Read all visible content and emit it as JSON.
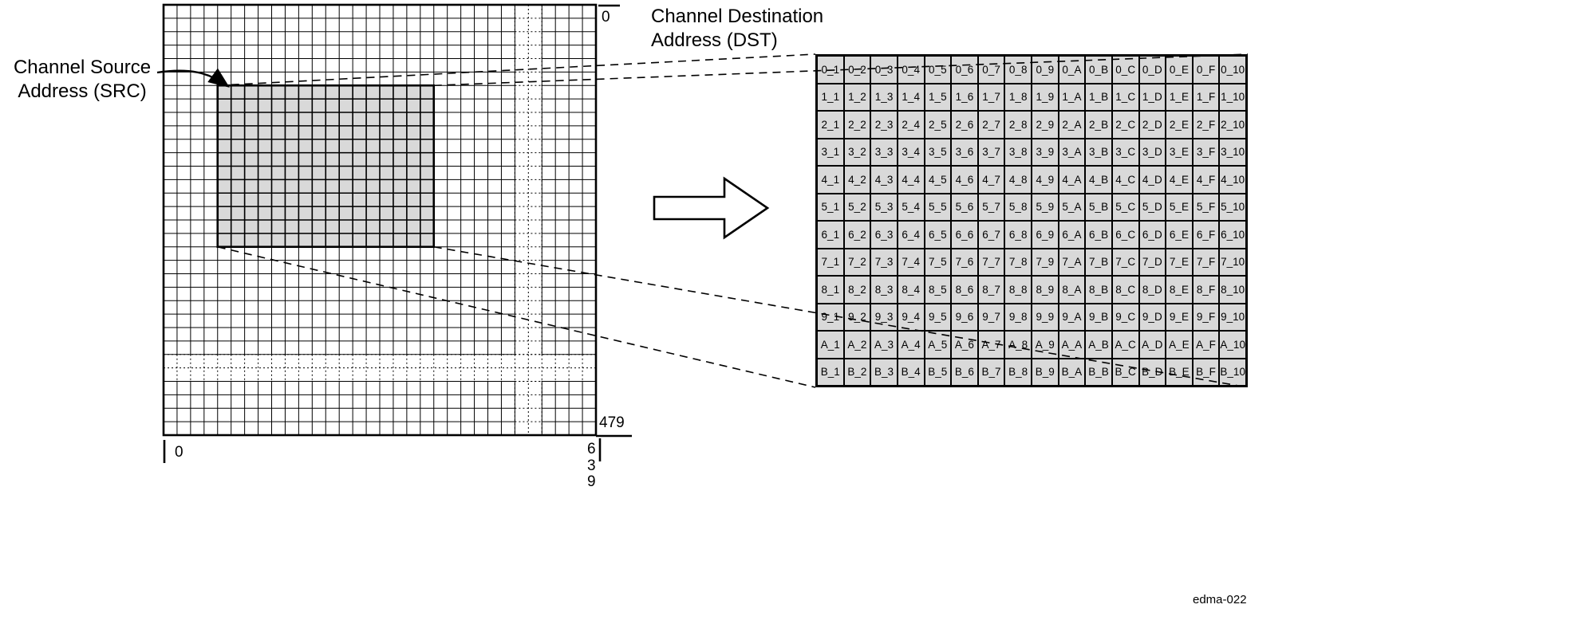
{
  "figure": {
    "id_label": "edma-022"
  },
  "labels": {
    "src_line1": "Channel Source",
    "src_line2": "Address (SRC)",
    "dst_line1": "Channel Destination",
    "dst_line2": "Address (DST)"
  },
  "axis": {
    "row_start": "0",
    "row_end": "479",
    "col_start": "0",
    "col_end": "639"
  },
  "colors": {
    "line": "#000000",
    "shade": "#d9d9d9"
  },
  "dest_table": {
    "cells": [
      [
        "0_1",
        "0_2",
        "0_3",
        "0_4",
        "0_5",
        "0_6",
        "0_7",
        "0_8",
        "0_9",
        "0_A",
        "0_B",
        "0_C",
        "0_D",
        "0_E",
        "0_F",
        "0_10"
      ],
      [
        "1_1",
        "1_2",
        "1_3",
        "1_4",
        "1_5",
        "1_6",
        "1_7",
        "1_8",
        "1_9",
        "1_A",
        "1_B",
        "1_C",
        "1_D",
        "1_E",
        "1_F",
        "1_10"
      ],
      [
        "2_1",
        "2_2",
        "2_3",
        "2_4",
        "2_5",
        "2_6",
        "2_7",
        "2_8",
        "2_9",
        "2_A",
        "2_B",
        "2_C",
        "2_D",
        "2_E",
        "2_F",
        "2_10"
      ],
      [
        "3_1",
        "3_2",
        "3_3",
        "3_4",
        "3_5",
        "3_6",
        "3_7",
        "3_8",
        "3_9",
        "3_A",
        "3_B",
        "3_C",
        "3_D",
        "3_E",
        "3_F",
        "3_10"
      ],
      [
        "4_1",
        "4_2",
        "4_3",
        "4_4",
        "4_5",
        "4_6",
        "4_7",
        "4_8",
        "4_9",
        "4_A",
        "4_B",
        "4_C",
        "4_D",
        "4_E",
        "4_F",
        "4_10"
      ],
      [
        "5_1",
        "5_2",
        "5_3",
        "5_4",
        "5_5",
        "5_6",
        "5_7",
        "5_8",
        "5_9",
        "5_A",
        "5_B",
        "5_C",
        "5_D",
        "5_E",
        "5_F",
        "5_10"
      ],
      [
        "6_1",
        "6_2",
        "6_3",
        "6_4",
        "6_5",
        "6_6",
        "6_7",
        "6_8",
        "6_9",
        "6_A",
        "6_B",
        "6_C",
        "6_D",
        "6_E",
        "6_F",
        "6_10"
      ],
      [
        "7_1",
        "7_2",
        "7_3",
        "7_4",
        "7_5",
        "7_6",
        "7_7",
        "7_8",
        "7_9",
        "7_A",
        "7_B",
        "7_C",
        "7_D",
        "7_E",
        "7_F",
        "7_10"
      ],
      [
        "8_1",
        "8_2",
        "8_3",
        "8_4",
        "8_5",
        "8_6",
        "8_7",
        "8_8",
        "8_9",
        "8_A",
        "8_B",
        "8_C",
        "8_D",
        "8_E",
        "8_F",
        "8_10"
      ],
      [
        "9_1",
        "9_2",
        "9_3",
        "9_4",
        "9_5",
        "9_6",
        "9_7",
        "9_8",
        "9_9",
        "9_A",
        "9_B",
        "9_C",
        "9_D",
        "9_E",
        "9_F",
        "9_10"
      ],
      [
        "A_1",
        "A_2",
        "A_3",
        "A_4",
        "A_5",
        "A_6",
        "A_7",
        "A_8",
        "A_9",
        "A_A",
        "A_B",
        "A_C",
        "A_D",
        "A_E",
        "A_F",
        "A_10"
      ],
      [
        "B_1",
        "B_2",
        "B_3",
        "B_4",
        "B_5",
        "B_6",
        "B_7",
        "B_8",
        "B_9",
        "B_A",
        "B_B",
        "B_C",
        "B_D",
        "B_E",
        "B_F",
        "B_10"
      ]
    ]
  }
}
